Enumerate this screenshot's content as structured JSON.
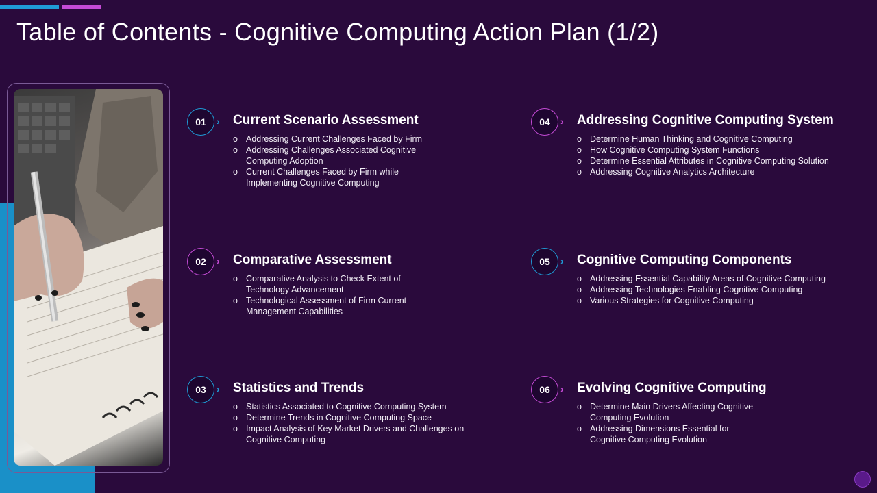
{
  "title": "Table of Contents - Cognitive Computing Action Plan (1/2)",
  "colors": {
    "background": "#2a0a3c",
    "accent_blue": "#1f9bd6",
    "accent_pink": "#c54bd6"
  },
  "photo": {
    "icon": "hand-writing-notebook-photo"
  },
  "sections": [
    {
      "number": "01",
      "title": "Current Scenario Assessment",
      "bullets": [
        "Addressing Current Challenges Faced by Firm",
        "Addressing Challenges Associated Cognitive Computing Adoption",
        "Current Challenges Faced by Firm while Implementing Cognitive Computing"
      ]
    },
    {
      "number": "02",
      "title": "Comparative Assessment",
      "bullets": [
        "Comparative Analysis to Check Extent of Technology Advancement",
        "Technological Assessment of Firm Current Management Capabilities"
      ]
    },
    {
      "number": "03",
      "title": "Statistics and Trends",
      "bullets": [
        "Statistics Associated to Cognitive Computing System",
        "Determine Trends in Cognitive Computing Space",
        "Impact Analysis of Key Market Drivers and Challenges on Cognitive Computing"
      ]
    },
    {
      "number": "04",
      "title": "Addressing Cognitive Computing System",
      "bullets": [
        "Determine Human Thinking and Cognitive Computing",
        "How Cognitive Computing System Functions",
        "Determine Essential Attributes in Cognitive Computing Solution",
        "Addressing Cognitive Analytics Architecture"
      ]
    },
    {
      "number": "05",
      "title": "Cognitive Computing Components",
      "bullets": [
        "Addressing Essential Capability Areas of Cognitive Computing",
        "Addressing Technologies Enabling Cognitive Computing",
        "Various Strategies for Cognitive Computing"
      ]
    },
    {
      "number": "06",
      "title": "Evolving Cognitive Computing",
      "bullets": [
        "Determine Main Drivers Affecting Cognitive Computing Evolution",
        "Addressing Dimensions Essential for Cognitive Computing Evolution"
      ]
    }
  ]
}
